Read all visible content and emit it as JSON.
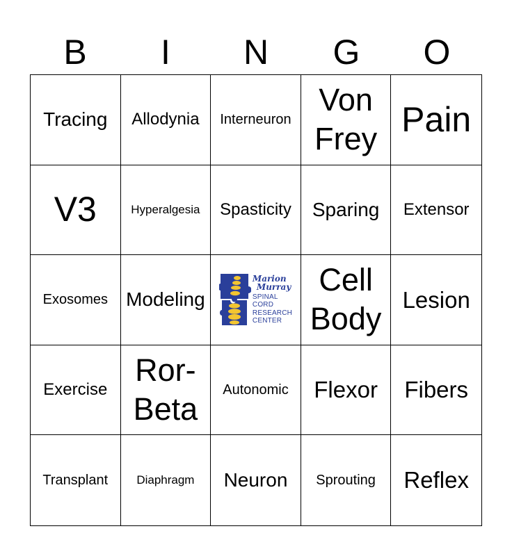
{
  "header": [
    "B",
    "I",
    "N",
    "G",
    "O"
  ],
  "cells": [
    {
      "text": "Tracing",
      "size": "fs-s"
    },
    {
      "text": "Allodynia",
      "size": "fs-r"
    },
    {
      "text": "Interneuron",
      "size": "fs-sm"
    },
    {
      "text": "Von Frey",
      "size": "fs-l"
    },
    {
      "text": "Pain",
      "size": "fs-xl"
    },
    {
      "text": "V3",
      "size": "fs-xl"
    },
    {
      "text": "Hyperalgesia",
      "size": "fs-xs"
    },
    {
      "text": "Spasticity",
      "size": "fs-r"
    },
    {
      "text": "Sparing",
      "size": "fs-s"
    },
    {
      "text": "Extensor",
      "size": "fs-r"
    },
    {
      "text": "Exosomes",
      "size": "fs-sm"
    },
    {
      "text": "Modeling",
      "size": "fs-s"
    },
    {
      "logo": true
    },
    {
      "text": "Cell Body",
      "size": "fs-l"
    },
    {
      "text": "Lesion",
      "size": "fs-m"
    },
    {
      "text": "Exercise",
      "size": "fs-r"
    },
    {
      "text": "Ror-Beta",
      "size": "fs-l"
    },
    {
      "text": "Autonomic",
      "size": "fs-sm"
    },
    {
      "text": "Flexor",
      "size": "fs-m"
    },
    {
      "text": "Fibers",
      "size": "fs-m"
    },
    {
      "text": "Transplant",
      "size": "fs-sm"
    },
    {
      "text": "Diaphragm",
      "size": "fs-xs"
    },
    {
      "text": "Neuron",
      "size": "fs-s"
    },
    {
      "text": "Sprouting",
      "size": "fs-sm"
    },
    {
      "text": "Reflex",
      "size": "fs-m"
    }
  ],
  "logo": {
    "script_line1": "Marion",
    "script_line2": "Murray",
    "line1": "SPINAL",
    "line2": "CORD",
    "line3": "RESEARCH",
    "line4": "CENTER",
    "puzzle_color": "#2a3f9a",
    "spine_color": "#f2c531"
  }
}
